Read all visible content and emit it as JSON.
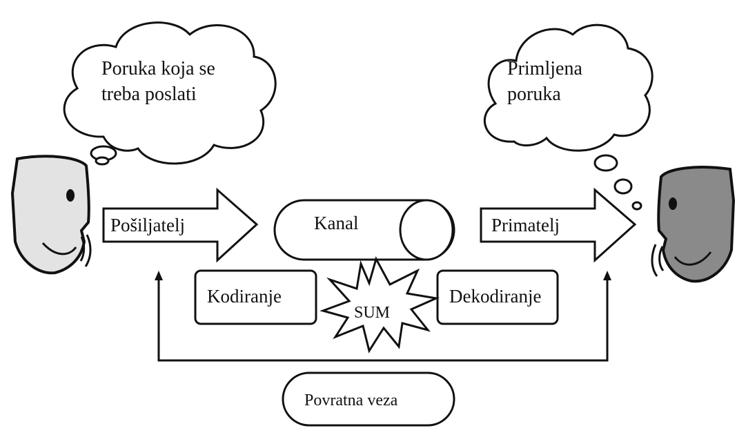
{
  "sender_thought": [
    "Poruka koja se",
    "treba poslati"
  ],
  "receiver_thought": [
    "Primljena",
    "poruka"
  ],
  "sender_arrow_label": "Pošiljatelj",
  "receiver_arrow_label": "Primatelj",
  "channel_label": "Kanal",
  "encoding_label": "Kodiranje",
  "decoding_label": "Dekodiranje",
  "noise_label": "SUM",
  "feedback_label": "Povratna veza",
  "colors": {
    "sender_face": "#e3e3e3",
    "receiver_face": "#8a8a8a",
    "line": "#111111"
  }
}
